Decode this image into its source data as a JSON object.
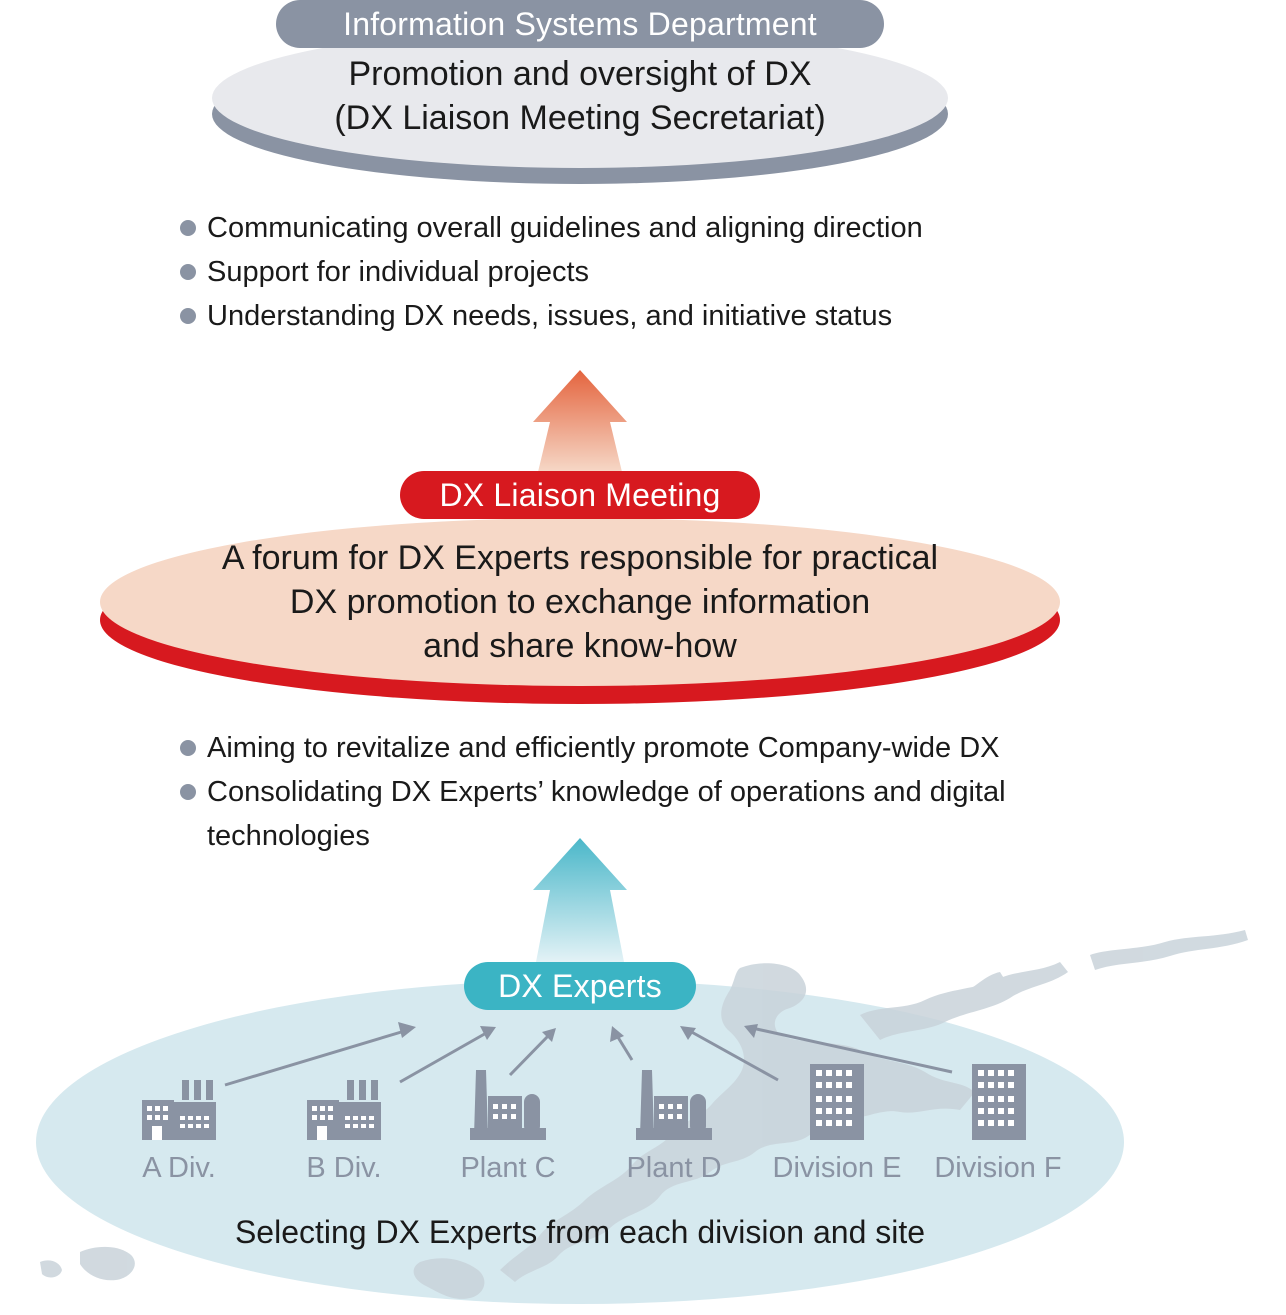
{
  "top": {
    "label": "Information Systems Department",
    "lines": [
      "Promotion and oversight of DX",
      "(DX Liaison Meeting Secretariat)"
    ],
    "bullets": [
      "Communicating overall guidelines and aligning direction",
      "Support for individual projects",
      "Understanding DX needs, issues, and initiative status"
    ]
  },
  "middle": {
    "label": "DX Liaison Meeting",
    "lines": [
      "A forum for DX Experts responsible for practical",
      "DX promotion to exchange information",
      "and share know-how"
    ],
    "bullets": [
      "Aiming to revitalize and efficiently promote Company-wide DX",
      "Consolidating DX Experts’ knowledge of operations and digital technologies"
    ]
  },
  "bottom": {
    "label": "DX Experts",
    "units": [
      {
        "label": "A Div.",
        "icon": "factory-icon"
      },
      {
        "label": "B Div.",
        "icon": "factory-icon"
      },
      {
        "label": "Plant C",
        "icon": "plant-icon"
      },
      {
        "label": "Plant D",
        "icon": "plant-icon"
      },
      {
        "label": "Division E",
        "icon": "office-building-icon"
      },
      {
        "label": "Division F",
        "icon": "office-building-icon"
      }
    ],
    "caption": "Selecting DX Experts from each division and site"
  },
  "colors": {
    "gray": "#8a93a3",
    "red": "#d7191f",
    "teal": "#3bb4c4",
    "salmon": "#f6d8c7",
    "light_blue": "#d6e9ef"
  }
}
